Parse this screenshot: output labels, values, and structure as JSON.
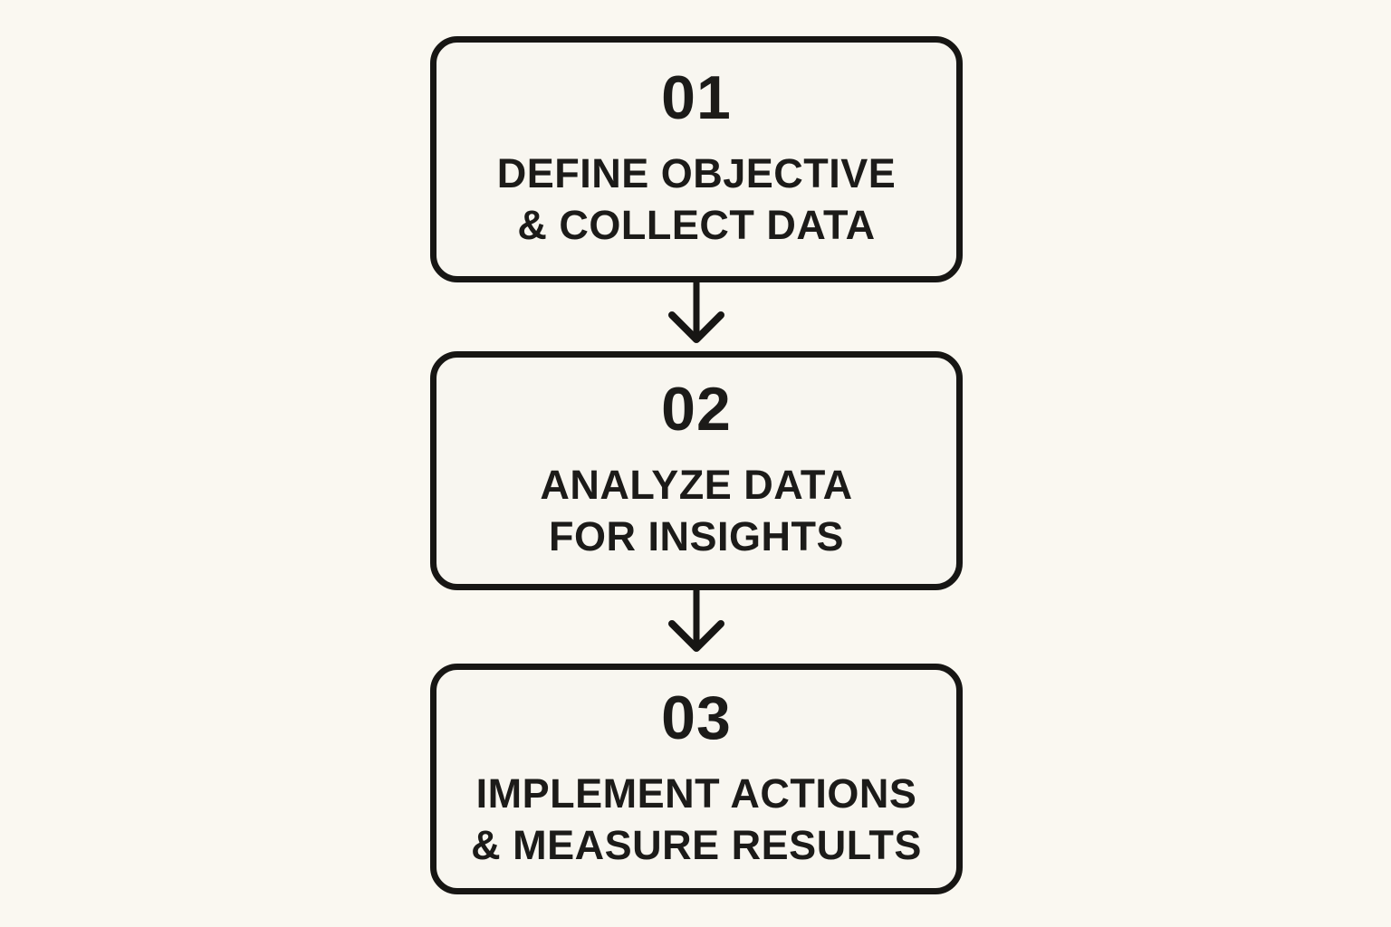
{
  "page": {
    "background_color": "#FAF8F1",
    "box_fill_color": "#F8F6F0",
    "line_color": "#171614",
    "text_color": "#1C1B19"
  },
  "diagram": {
    "type": "vertical-flowchart",
    "steps": [
      {
        "number": "01",
        "line1": "DEFINE OBJECTIVE",
        "line2": "& COLLECT DATA"
      },
      {
        "number": "02",
        "line1": "ANALYZE DATA",
        "line2": "FOR INSIGHTS"
      },
      {
        "number": "03",
        "line1": "IMPLEMENT ACTIONS",
        "line2": "& MEASURE RESULTS"
      }
    ],
    "connectors": [
      {
        "icon": "arrow-down"
      },
      {
        "icon": "arrow-down"
      }
    ]
  }
}
